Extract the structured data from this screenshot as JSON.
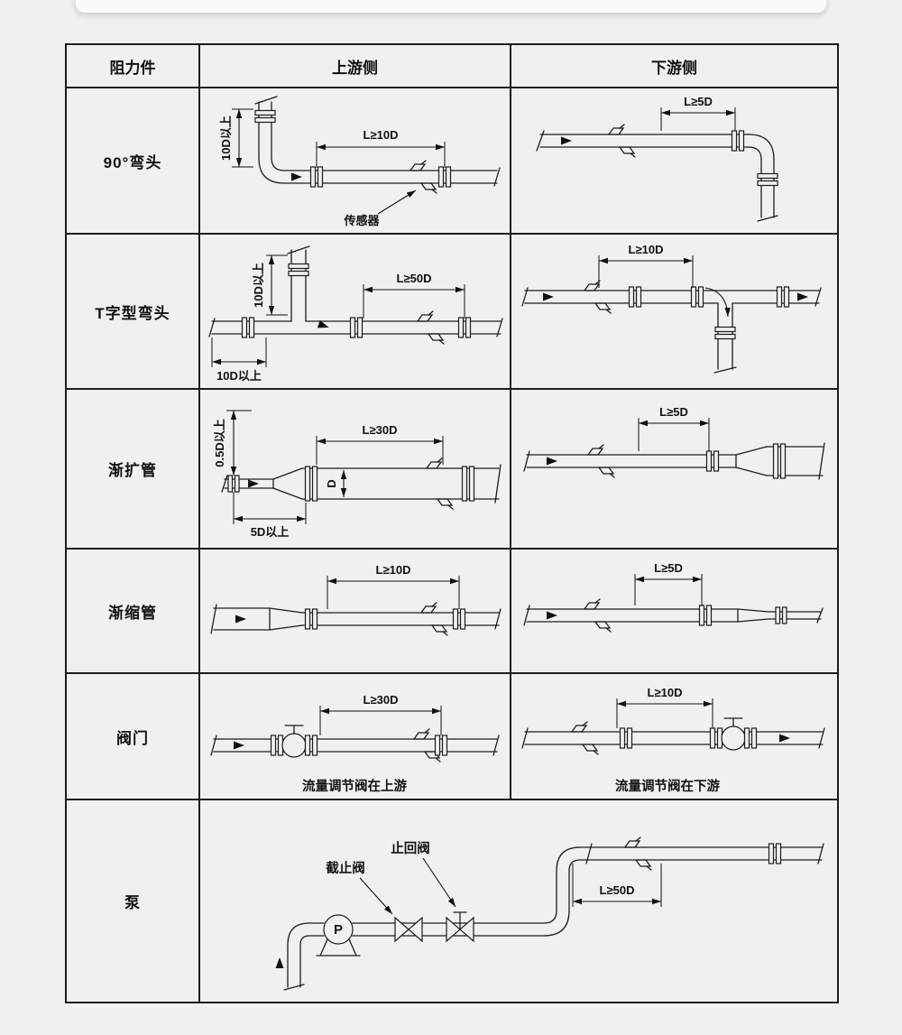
{
  "header": {
    "col1": "阻力件",
    "col2": "上游侧",
    "col3": "下游侧"
  },
  "rows": {
    "elbow": {
      "name": "90°弯头",
      "up_dim": "L≥10D",
      "up_vdim": "10D以上",
      "sensor_label": "传感器",
      "down_dim": "L≥5D"
    },
    "tee": {
      "name": "T字型弯头",
      "up_dim": "L≥50D",
      "up_vdim": "10D以上",
      "up_hdim": "10D以上",
      "down_dim": "L≥10D"
    },
    "expander": {
      "name": "渐扩管",
      "up_dim": "L≥30D",
      "up_vdim": "0.5D以上",
      "up_bdim": "5D以上",
      "d_label": "D",
      "down_dim": "L≥5D"
    },
    "reducer": {
      "name": "渐缩管",
      "up_dim": "L≥10D",
      "down_dim": "L≥5D"
    },
    "valve": {
      "name": "阀门",
      "up_dim": "L≥30D",
      "up_caption": "流量调节阀在上游",
      "down_dim": "L≥10D",
      "down_caption": "流量调节阀在下游"
    },
    "pump": {
      "name": "泵",
      "stop_valve_label": "截止阀",
      "check_valve_label": "止回阀",
      "pump_letter": "P",
      "dim": "L≥50D"
    }
  }
}
